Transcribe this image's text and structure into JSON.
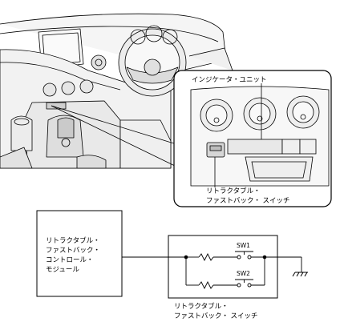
{
  "callout": {
    "indicator_unit_label": "インジケータ・ユニット",
    "switch_label_line1": "リトラクタブル・",
    "switch_label_line2": "ファストバック・ スイッチ"
  },
  "schematic": {
    "control_module_lines": [
      "リトラクタブル・",
      "ファストバック・",
      "コントロール・",
      "モジュール"
    ],
    "sw1_label": "SW1",
    "sw2_label": "SW2",
    "switch_caption_line1": "リトラクタブル・",
    "switch_caption_line2": "ファストバック・ スイッチ"
  },
  "colors": {
    "line": "#000000",
    "panel_fill": "#f2f2f2",
    "panel_shade": "#d9d9d9",
    "background": "#ffffff"
  }
}
